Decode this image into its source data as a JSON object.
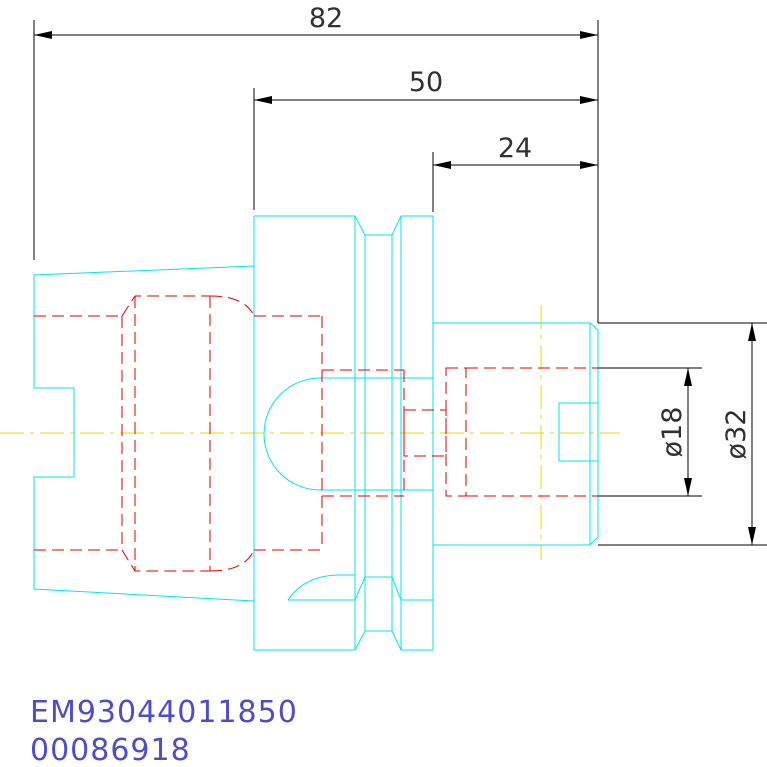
{
  "drawing": {
    "dimensions": {
      "overall_length": "82",
      "collet_length": "50",
      "shank_length": "24",
      "inner_diameter": "ø18",
      "outer_diameter": "ø32"
    },
    "part_number": "EM93044011850",
    "serial_number": "00086918",
    "colors": {
      "outline": "#00e5ee",
      "hidden": "#e00000",
      "centerline": "#e8d800",
      "dimension": "#000000",
      "label_text": "#4d4dcc"
    }
  }
}
